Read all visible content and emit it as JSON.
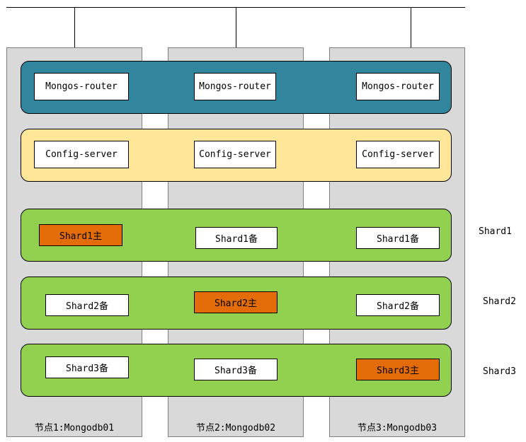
{
  "nodes": [
    {
      "label": "节点1:Mongodb01"
    },
    {
      "label": "节点2:Mongodb02"
    },
    {
      "label": "节点3:Mongodb03"
    }
  ],
  "router_layer": {
    "boxes": [
      "Mongos-router",
      "Mongos-router",
      "Mongos-router"
    ],
    "color": "#31859c"
  },
  "config_layer": {
    "boxes": [
      "Config-server",
      "Config-server",
      "Config-server"
    ],
    "color": "#ffe699"
  },
  "shards": [
    {
      "name": "Shard1",
      "members": [
        "Shard1主",
        "Shard1备",
        "Shard1备"
      ],
      "primary_index": 0
    },
    {
      "name": "Shard2",
      "members": [
        "Shard2备",
        "Shard2主",
        "Shard2备"
      ],
      "primary_index": 1
    },
    {
      "name": "Shard3",
      "members": [
        "Shard3备",
        "Shard3备",
        "Shard3主"
      ],
      "primary_index": 2
    }
  ],
  "colors": {
    "shard_band": "#92d050",
    "primary": "#e36c09",
    "node_column": "#d9d9d9"
  }
}
